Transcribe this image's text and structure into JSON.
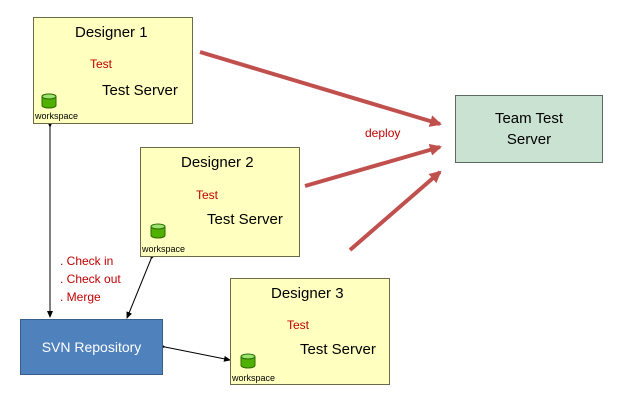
{
  "designers": [
    {
      "title": "Designer 1",
      "test_label": "Test",
      "server_label": "Test Server",
      "workspace_label": "workspace"
    },
    {
      "title": "Designer 2",
      "test_label": "Test",
      "server_label": "Test Server",
      "workspace_label": "workspace"
    },
    {
      "title": "Designer 3",
      "test_label": "Test",
      "server_label": "Test Server",
      "workspace_label": "workspace"
    }
  ],
  "team_server": {
    "line1": "Team Test",
    "line2": "Server"
  },
  "deploy_label": "deploy",
  "repository_label": "SVN Repository",
  "repo_actions": [
    ". Check in",
    ". Check out",
    ". Merge"
  ],
  "colors": {
    "designer_fill": "#ffffc0",
    "team_fill": "#c9e2d2",
    "repo_fill": "#4f81bd",
    "deploy_arrow": "#c0504d",
    "label_red": "#c00000",
    "workspace_icon": "#4fb000"
  }
}
